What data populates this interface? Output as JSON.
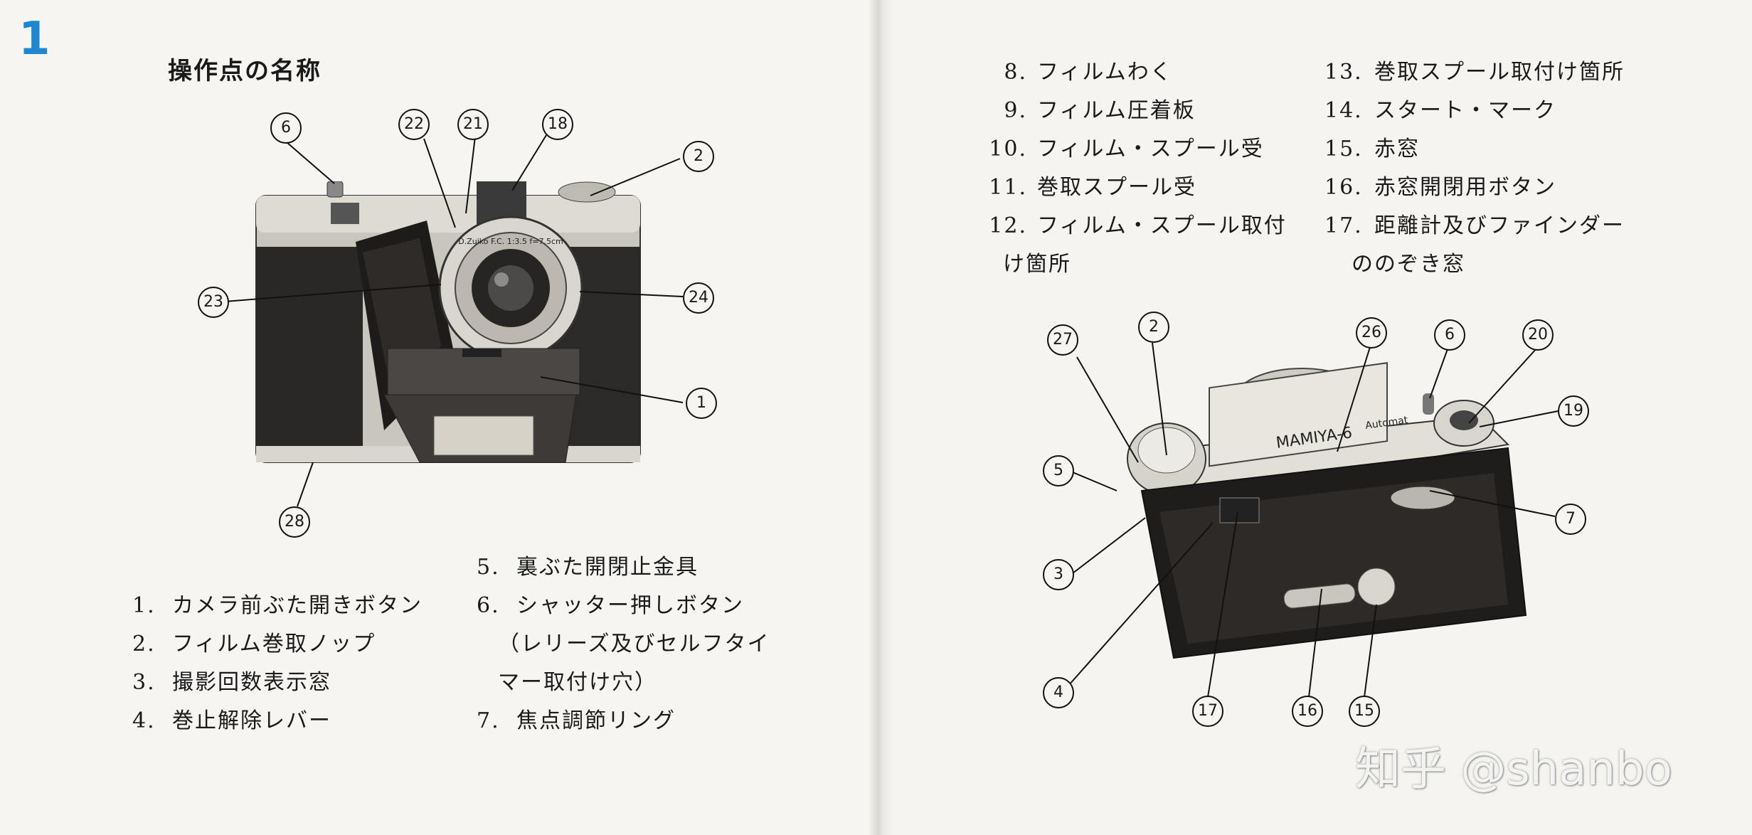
{
  "page_number": "1",
  "heading": "操作点の名称",
  "left_list": [
    {
      "num": "1.",
      "text": "カメラ前ぶた開きボタン"
    },
    {
      "num": "2.",
      "text": "フィルム巻取ノップ"
    },
    {
      "num": "3.",
      "text": "撮影回数表示窓"
    },
    {
      "num": "4.",
      "text": "巻止解除レバー"
    }
  ],
  "middle_list": [
    {
      "num": "5.",
      "text": "裏ぶた開閉止金具"
    },
    {
      "num": "6.",
      "text": "シャッター押しボタン"
    },
    {
      "num": "",
      "text": "（レリーズ及びセルフタイ"
    },
    {
      "num": "",
      "text": "マー取付け穴）"
    },
    {
      "num": "7.",
      "text": "焦点調節リング"
    }
  ],
  "right_col1": [
    {
      "num": "8.",
      "text": "フィルムわく"
    },
    {
      "num": "9.",
      "text": "フィルム圧着板"
    },
    {
      "num": "10.",
      "text": "フィルム・スプール受"
    },
    {
      "num": "11.",
      "text": "巻取スプール受"
    },
    {
      "num": "12.",
      "text": "フィルム・スプール取付"
    },
    {
      "num": "",
      "text": "け箇所"
    }
  ],
  "right_col2": [
    {
      "num": "13.",
      "text": "巻取スプール取付け箇所"
    },
    {
      "num": "14.",
      "text": "スタート・マーク"
    },
    {
      "num": "15.",
      "text": "赤窓"
    },
    {
      "num": "16.",
      "text": "赤窓開閉用ボタン"
    },
    {
      "num": "17.",
      "text": "距離計及びファインダー"
    },
    {
      "num": "",
      "text": "ののぞき窓"
    }
  ],
  "front_callouts": [
    "6",
    "22",
    "21",
    "18",
    "2",
    "23",
    "24",
    "1",
    "28"
  ],
  "back_callouts": [
    "27",
    "2",
    "26",
    "6",
    "20",
    "19",
    "5",
    "7",
    "3",
    "4",
    "17",
    "16",
    "15"
  ],
  "camera_brand": "MAMIYA-6",
  "camera_model": "Automat",
  "lens_text": "D.Zuiko F.C. 1:3.5 f=7.5cm",
  "watermark": "知乎 @shanbo",
  "colors": {
    "page_number": "#1f86d0",
    "ink": "#1a1a1a",
    "paper": "#f6f5f1"
  }
}
